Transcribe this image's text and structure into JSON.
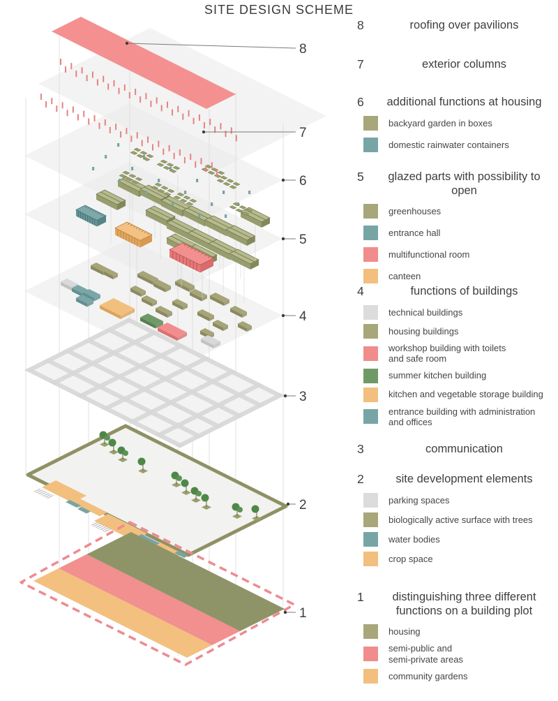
{
  "title": "SITE DESIGN SCHEME",
  "colors": {
    "olive": "#a8a77b",
    "teal": "#77a5a6",
    "pink": "#f18c8c",
    "orange": "#f2bf7e",
    "gray": "#dcdcdc",
    "darkgreen": "#6f9a67",
    "roof_pink": "#f59090",
    "column_pink": "#e5837f",
    "dashed_border_pink": "#ee8a90",
    "tree_green": "#4f8749",
    "road_gray": "#d7d7d7",
    "ghost_plane": "#e9e9e9",
    "site_border_olive": "#8f9165",
    "text": "#3d3d3d"
  },
  "diagram": {
    "layer_numbers": [
      "1",
      "2",
      "3",
      "4",
      "5",
      "6",
      "7",
      "8"
    ]
  },
  "legend": {
    "sections": [
      {
        "number": "8",
        "title": "roofing over pavilions",
        "items": []
      },
      {
        "number": "7",
        "title": "exterior columns",
        "items": []
      },
      {
        "number": "6",
        "title": "additional functions at housing",
        "items": [
          {
            "color": "olive",
            "label": "backyard garden in boxes"
          },
          {
            "color": "teal",
            "label": "domestic rainwater containers"
          }
        ]
      },
      {
        "number": "5",
        "title": "glazed parts with possibility to open",
        "items": [
          {
            "color": "olive",
            "label": "greenhouses"
          },
          {
            "color": "teal",
            "label": "entrance hall"
          },
          {
            "color": "pink",
            "label": "multifunctional room"
          },
          {
            "color": "orange",
            "label": "canteen"
          }
        ]
      },
      {
        "number": "4",
        "title": "functions of buildings",
        "items": [
          {
            "color": "gray",
            "label": "technical buildings"
          },
          {
            "color": "olive",
            "label": "housing buildings"
          },
          {
            "color": "pink",
            "label": "workshop building with toilets\nand safe room"
          },
          {
            "color": "darkgreen",
            "label": "summer kitchen building"
          },
          {
            "color": "orange",
            "label": "kitchen and vegetable storage building"
          },
          {
            "color": "teal",
            "label": "entrance building with administration\nand offices"
          }
        ]
      },
      {
        "number": "3",
        "title": "communication",
        "items": []
      },
      {
        "number": "2",
        "title": "site development elements",
        "items": [
          {
            "color": "gray",
            "label": "parking spaces"
          },
          {
            "color": "olive",
            "label": "biologically active surface with trees"
          },
          {
            "color": "teal",
            "label": "water bodies"
          },
          {
            "color": "orange",
            "label": "crop space"
          }
        ]
      },
      {
        "number": "1",
        "title": "distinguishing three different\nfunctions on a building plot",
        "items": [
          {
            "color": "olive",
            "label": "housing"
          },
          {
            "color": "pink",
            "label": "semi-public and\nsemi-private areas"
          },
          {
            "color": "orange",
            "label": "community gardens"
          }
        ]
      }
    ]
  }
}
